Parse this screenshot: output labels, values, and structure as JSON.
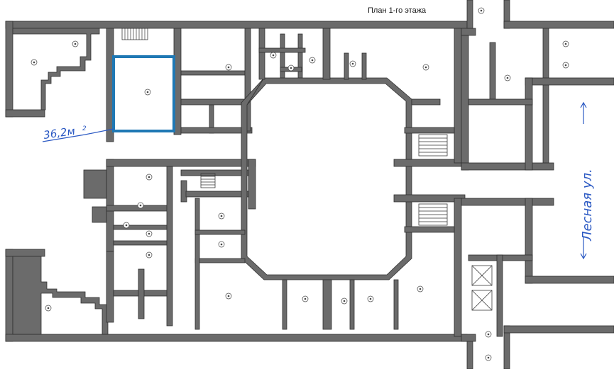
{
  "plan": {
    "title": "План 1-го этажа",
    "area_label": "36,2м",
    "area_superscript": "2",
    "street_label": "Лесная ул.",
    "highlight_color": "#1f78b4",
    "annotation_color": "#2b59c3",
    "wall_color": "#6b6b6b"
  }
}
